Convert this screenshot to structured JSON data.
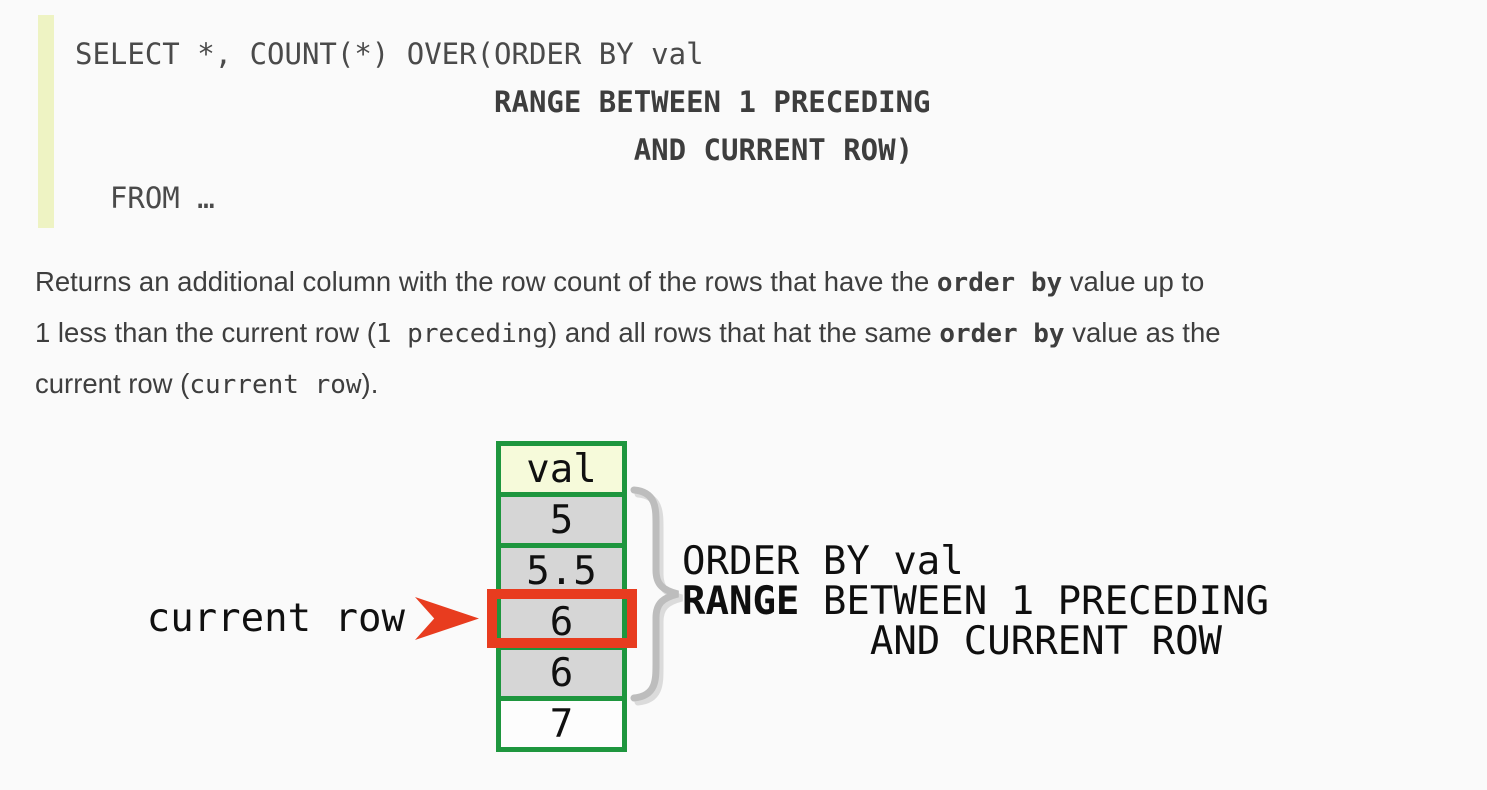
{
  "colors": {
    "page_background": "#fafafa",
    "code_accent_bar": "#eef3c3",
    "table_border_green": "#1e963e",
    "header_fill_yellow": "#f6fada",
    "frame_row_fill_gray": "#d6d6d6",
    "highlight_red": "#e83c1f",
    "brace_gray": "#bdbdbd"
  },
  "code_block": {
    "line1": "SELECT *, COUNT(*) OVER(ORDER BY val",
    "line2": "                        RANGE BETWEEN 1 PRECEDING",
    "line3": "                                AND CURRENT ROW)",
    "line4": "  FROM …"
  },
  "paragraph": {
    "line1": {
      "s1": "Returns an additional column with the row count of the rows that have the ",
      "code_bold": "order by",
      "s2": " value up to"
    },
    "line2": {
      "s1": "1 less than the current row (",
      "code1": "1 preceding",
      "s2": ") and all rows that hat the same ",
      "code_bold": "order by",
      "s3": " value as the"
    },
    "line3": {
      "s1": "current row (",
      "code1": "current row",
      "s2": ")."
    }
  },
  "diagram": {
    "current_row_label": "current row",
    "table": {
      "header": "val",
      "rows": [
        "5",
        "5.5",
        "6",
        "6",
        "7"
      ]
    },
    "frame_clause": {
      "line1": "ORDER BY val",
      "line2_bold": "RANGE",
      "line2_rest": " BETWEEN 1 PRECEDING",
      "line3": "        AND CURRENT ROW"
    }
  }
}
